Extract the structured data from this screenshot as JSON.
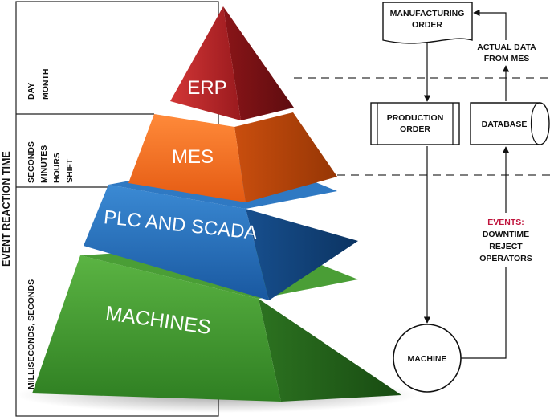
{
  "axis": {
    "label": "EVENT REACTION TIME",
    "bands": [
      {
        "lines": [
          "DAY",
          "MONTH"
        ]
      },
      {
        "lines": [
          "SECONDS",
          "MINUTES",
          "HOURS",
          "SHIFT"
        ]
      },
      {
        "lines": [
          "MILLISECONDS, SECONDS"
        ]
      }
    ]
  },
  "pyramid": {
    "levels": [
      {
        "label": "ERP",
        "color": "#a41e22"
      },
      {
        "label": "MES",
        "color": "#f06a1c"
      },
      {
        "label": "PLC AND SCADA",
        "color": "#1c67b1"
      },
      {
        "label": "MACHINES",
        "color": "#3f962e"
      }
    ]
  },
  "flow": {
    "manufacturing_order": [
      "MANUFACTURING",
      "ORDER"
    ],
    "actual_data": [
      "ACTUAL DATA",
      "FROM MES"
    ],
    "production_order": [
      "PRODUCTION",
      "ORDER"
    ],
    "database": "DATABASE",
    "events_title": "EVENTS:",
    "events_title_color": "#c0143c",
    "events_items": [
      "DOWNTIME",
      "REJECT",
      "OPERATORS"
    ],
    "machine": "MACHINE"
  }
}
